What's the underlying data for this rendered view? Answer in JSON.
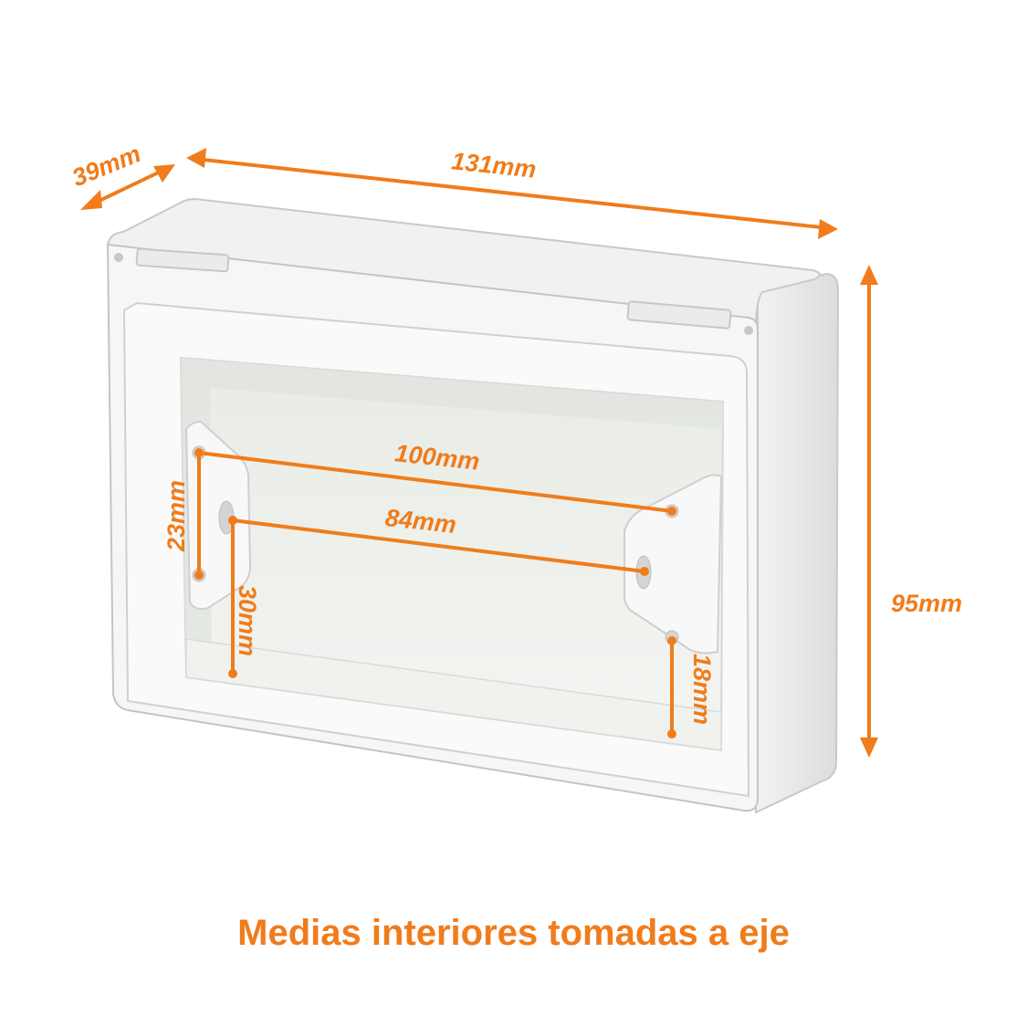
{
  "accent_color": "#f07c1b",
  "labels": {
    "depth": "39mm",
    "width": "131mm",
    "height": "95mm",
    "hole_span_outer": "100mm",
    "hole_span_inner": "84mm",
    "hole_spacing_left": "23mm",
    "bottom_offset_left": "30mm",
    "bottom_offset_right": "18mm"
  },
  "caption": "Medias interiores tomadas a eje"
}
